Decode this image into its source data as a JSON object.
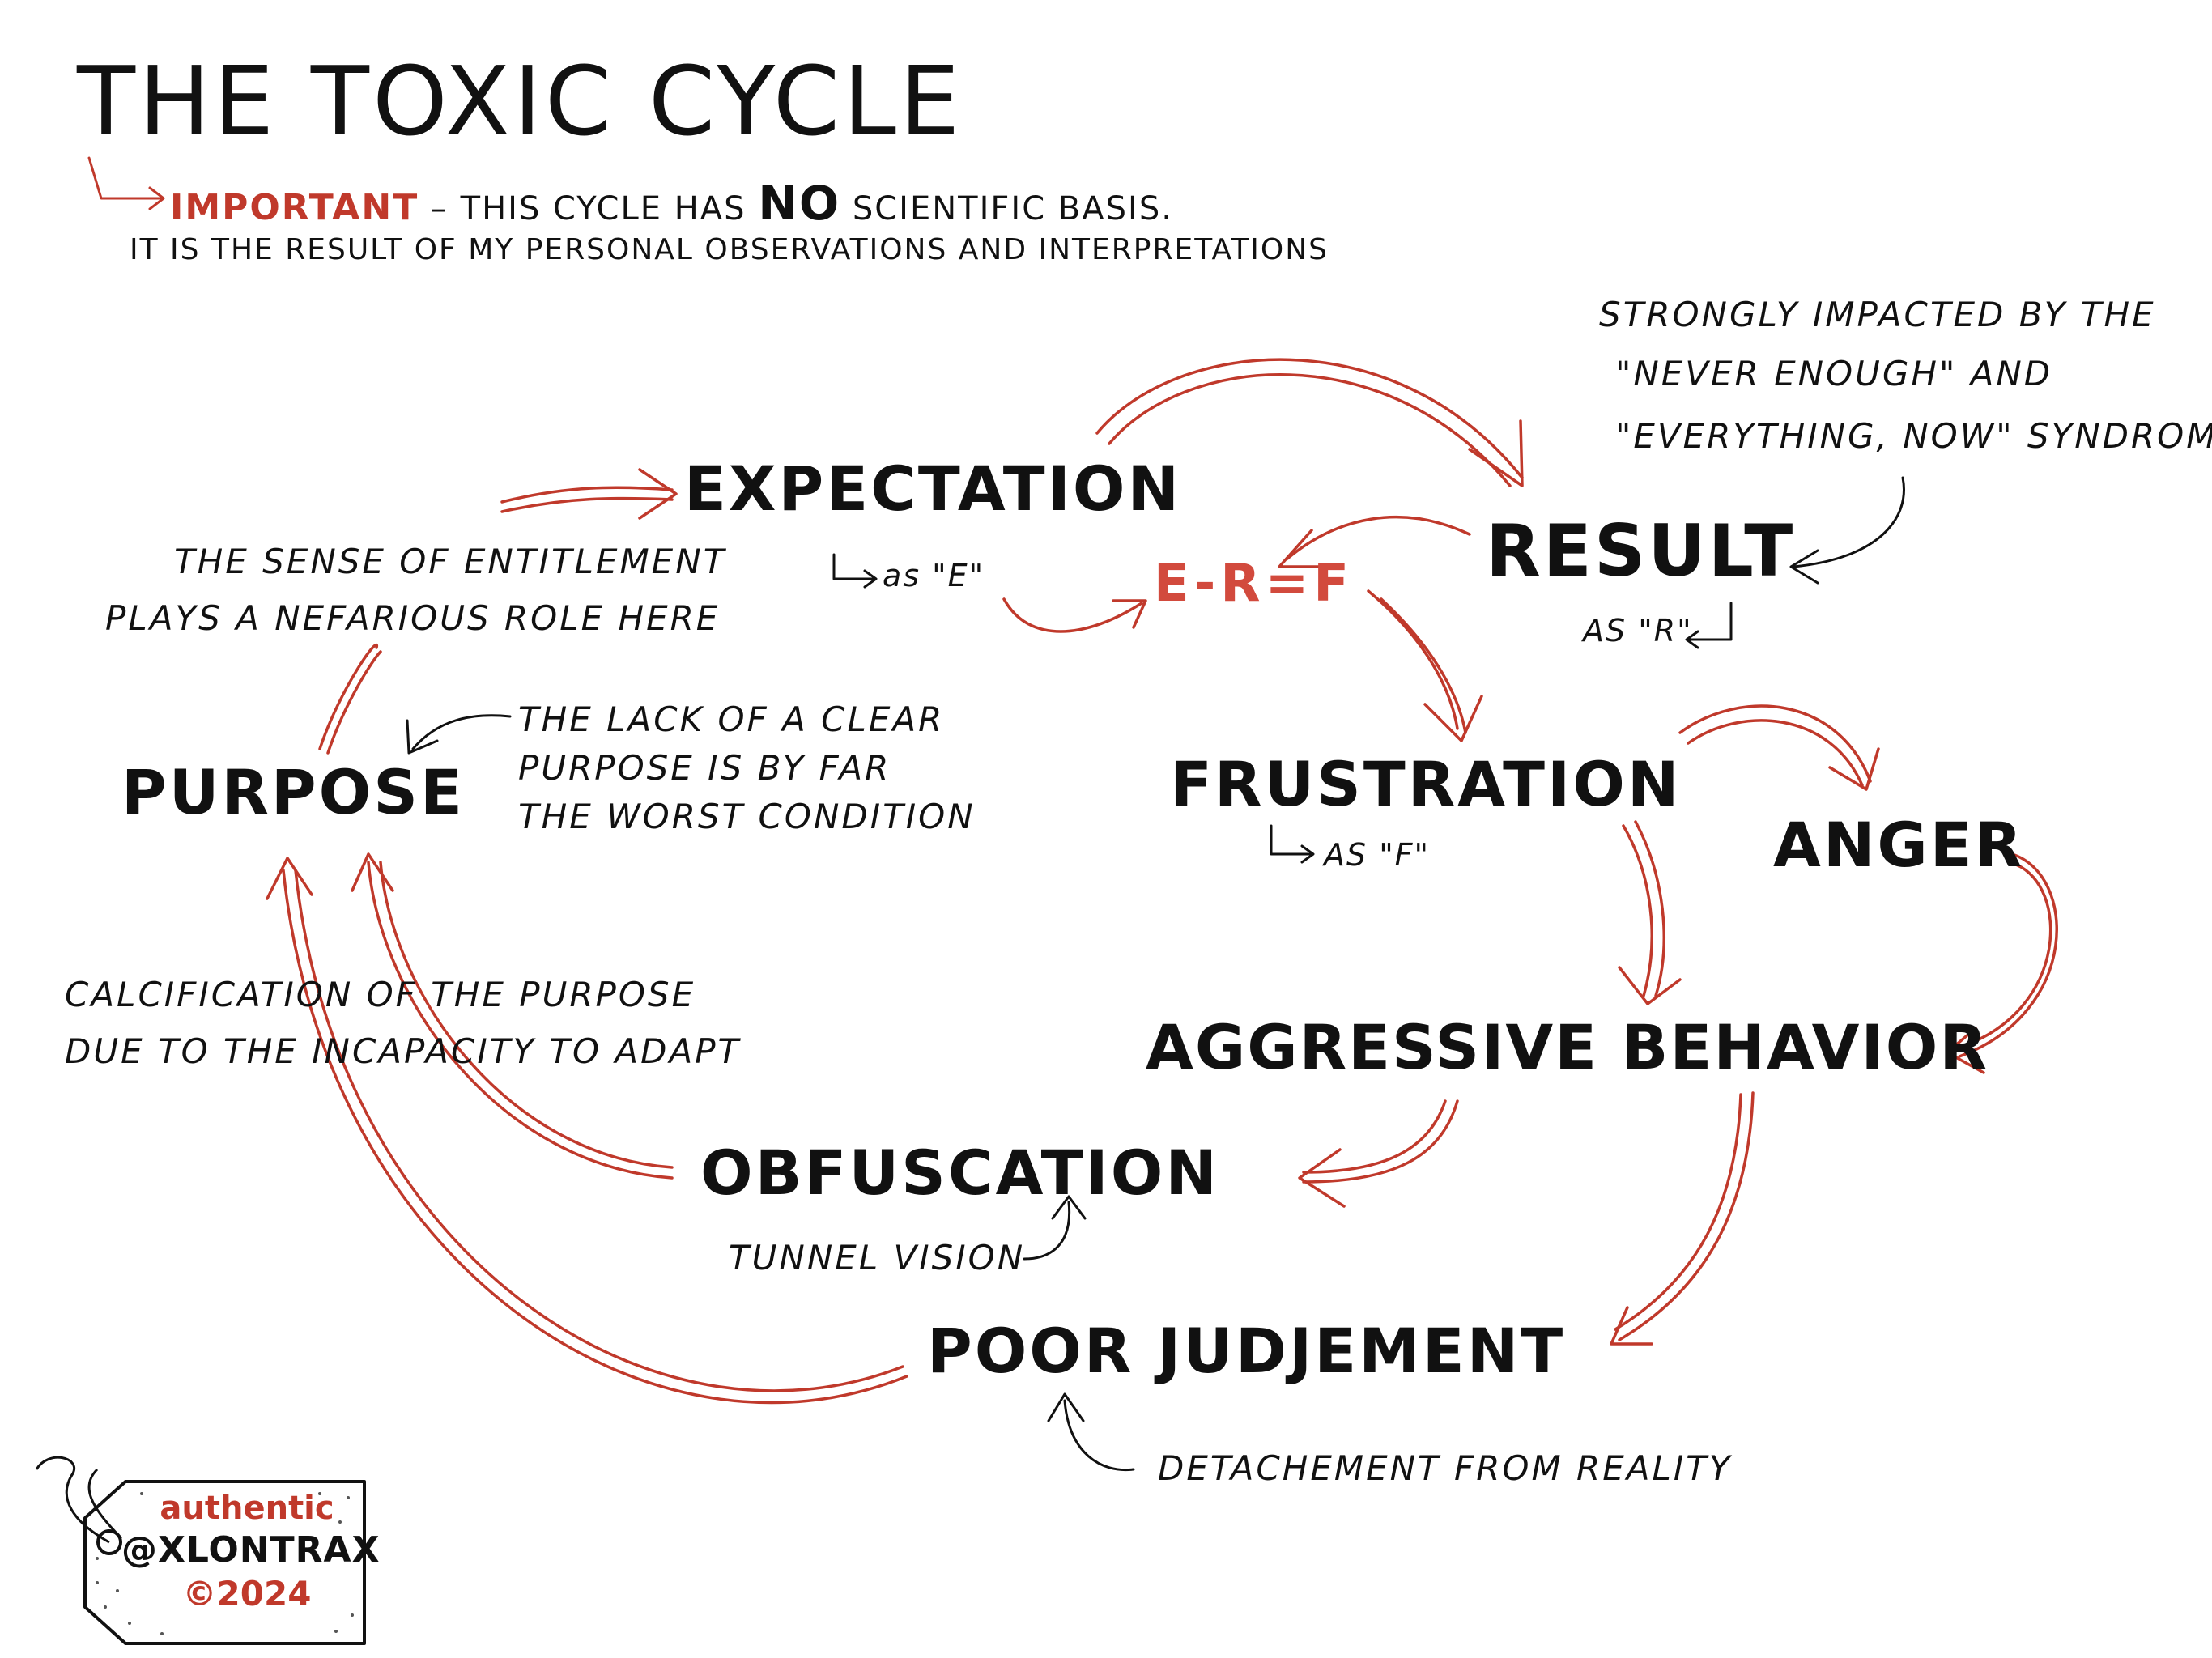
{
  "title": "THE TOXIC CYCLE",
  "disclaimer": {
    "important": "IMPORTANT",
    "line1_a": "– THIS CYCLE HAS",
    "line1_no": "NO",
    "line1_b": "SCIENTIFIC BASIS.",
    "line2": "IT IS THE RESULT OF MY PERSONAL OBSERVATIONS AND INTERPRETATIONS"
  },
  "nodes": {
    "expectation": "EXPECTATION",
    "result": "RESULT",
    "formula": "E-R=F",
    "frustration": "FRUSTRATION",
    "anger": "ANGER",
    "purpose": "PURPOSE",
    "aggressive": "AGGRESSIVE BEHAVIOR",
    "obfuscation": "OBFUSCATION",
    "poor_judgement": "POOR JUDJEMENT"
  },
  "sublabels": {
    "expectation_as": "as \"E\"",
    "result_as": "AS \"R\"",
    "frustration_as": "AS \"F\""
  },
  "notes": {
    "syndromes_1": "STRONGLY IMPACTED BY THE",
    "syndromes_2": "\"NEVER ENOUGH\" AND",
    "syndromes_3": "\"EVERYTHING, NOW\" SYNDROMES",
    "entitlement_1": "THE SENSE OF ENTITLEMENT",
    "entitlement_2": "PLAYS A NEFARIOUS ROLE HERE",
    "lack_1": "THE LACK OF A CLEAR",
    "lack_2": "PURPOSE IS BY FAR",
    "lack_3": "THE WORST CONDITION",
    "calcification_1": "CALCIFICATION OF THE PURPOSE",
    "calcification_2": "DUE TO THE INCAPACITY TO ADAPT",
    "tunnel": "TUNNEL VISION",
    "detachement": "DETACHEMENT FROM REALITY"
  },
  "tag": {
    "line1": "authentic",
    "line2": "@XLONTRAX",
    "line3": "©2024"
  },
  "colors": {
    "ink": "#111111",
    "accent_red": "#c0392b",
    "formula_red": "#d24a3d"
  }
}
